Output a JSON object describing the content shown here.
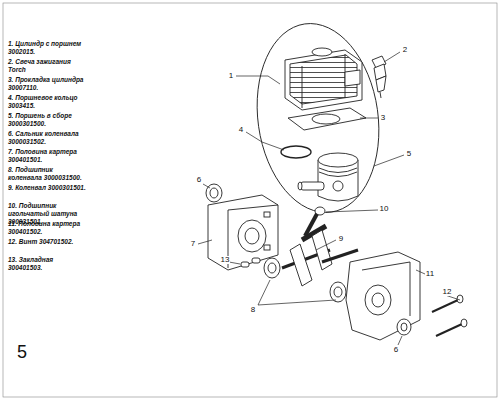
{
  "diagram": {
    "labels": [
      "1. Цилиндр с поршнем 3002015.",
      "2. Свеча зажигания Torch",
      "3. Прокладка цилиндра 30007110.",
      "4. Поршневое кольцо 3003415.",
      "5. Поршень в сборе 3000301500.",
      "6. Сальник коленвала 3000031502.",
      "7. Половина картера 300401501.",
      "8. Подшипник коленвала 3000031500.",
      "9. Коленвал 3000301501.",
      "10. Подшипник игольчатый шатуна 300031501.",
      "11. Половина картера 300401502.",
      "12. Винт 304701502.",
      "13. Закладная 300401503.",
      "1",
      "2",
      "3",
      "4",
      "5",
      "6",
      "6",
      "7",
      "8",
      "9",
      "10",
      "11",
      "12",
      "13",
      "5"
    ]
  }
}
